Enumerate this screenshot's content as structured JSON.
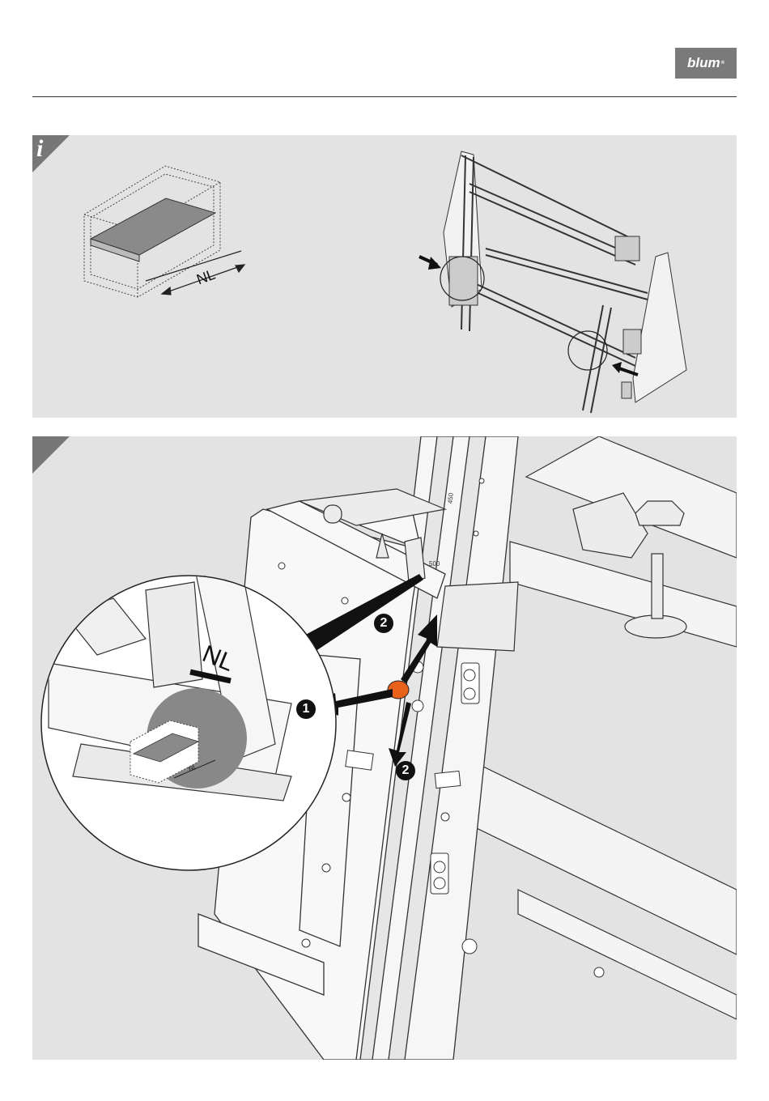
{
  "header": {
    "logo_text": "blum",
    "logo_reg": "®"
  },
  "info_panel": {
    "icon_glyph": "i",
    "nl_label": "NL",
    "icon": "info-icon"
  },
  "step_panel": {
    "nl_label": "NL",
    "inset_nl_label": "NL",
    "step_one": "1",
    "step_two_upper": "2",
    "step_two_lower": "2",
    "scale_450": "450",
    "scale_500": "500"
  },
  "colors": {
    "panel_bg": "#e3e3e3",
    "logo_bg": "#7a7a7a",
    "accent_orange": "#e8621c",
    "corner_gray": "#777777"
  }
}
